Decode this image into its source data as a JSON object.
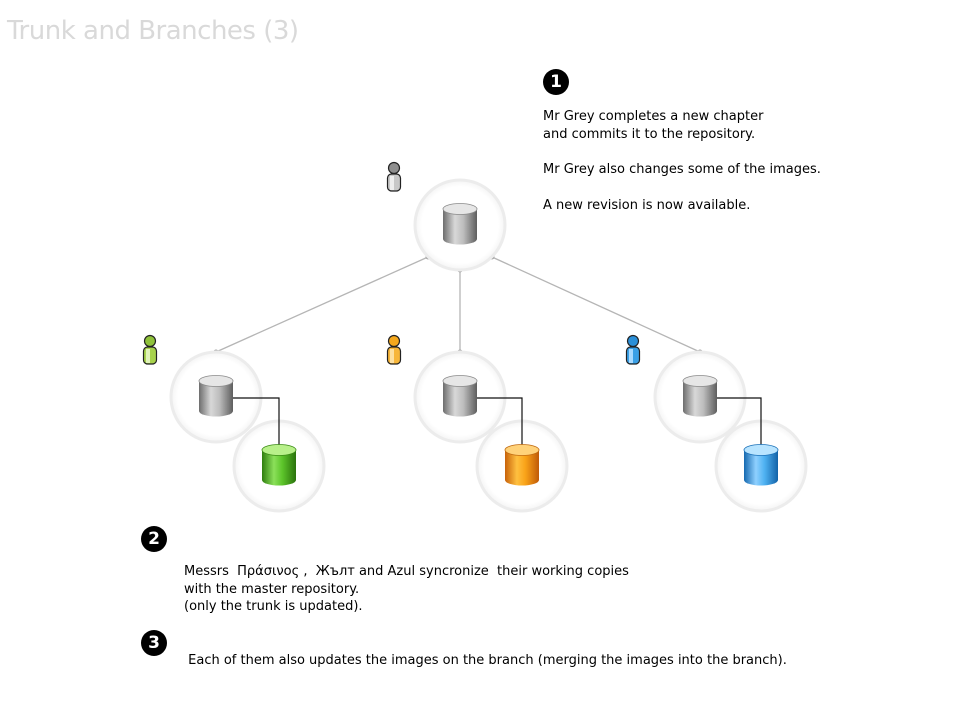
{
  "page": {
    "title": "Trunk and Branches (3)"
  },
  "steps": [
    {
      "number": "1",
      "paragraphs": [
        [
          "Mr Grey completes a new chapter",
          "and commits it to the repository."
        ],
        [
          "Mr Grey also changes some of the images."
        ],
        [
          "A new revision is now available."
        ]
      ]
    },
    {
      "number": "2",
      "lines": [
        "Messrs  Πράσινος ,  Жълт and Azul syncronize  their working copies",
        "with the master repository.",
        "(only the trunk is updated)."
      ]
    },
    {
      "number": "3",
      "lines": [
        " Each of them also updates the images on the branch (merging the images into the branch)."
      ]
    }
  ],
  "diagram": {
    "master": {
      "user": "Mr Grey",
      "user_color": "#9a9a9a",
      "repo_color": "#a8a8a8",
      "icon": "database-icon"
    },
    "clients": [
      {
        "user": "Πράσινος",
        "user_color": "#8fc23a",
        "trunk_color": "#a8a8a8",
        "branch_color": "#4fb81e"
      },
      {
        "user": "Жълт",
        "user_color": "#f5a81c",
        "trunk_color": "#a8a8a8",
        "branch_color": "#f59a0a"
      },
      {
        "user": "Azul",
        "user_color": "#2a8fd8",
        "trunk_color": "#a8a8a8",
        "branch_color": "#2f9ae0"
      }
    ]
  }
}
